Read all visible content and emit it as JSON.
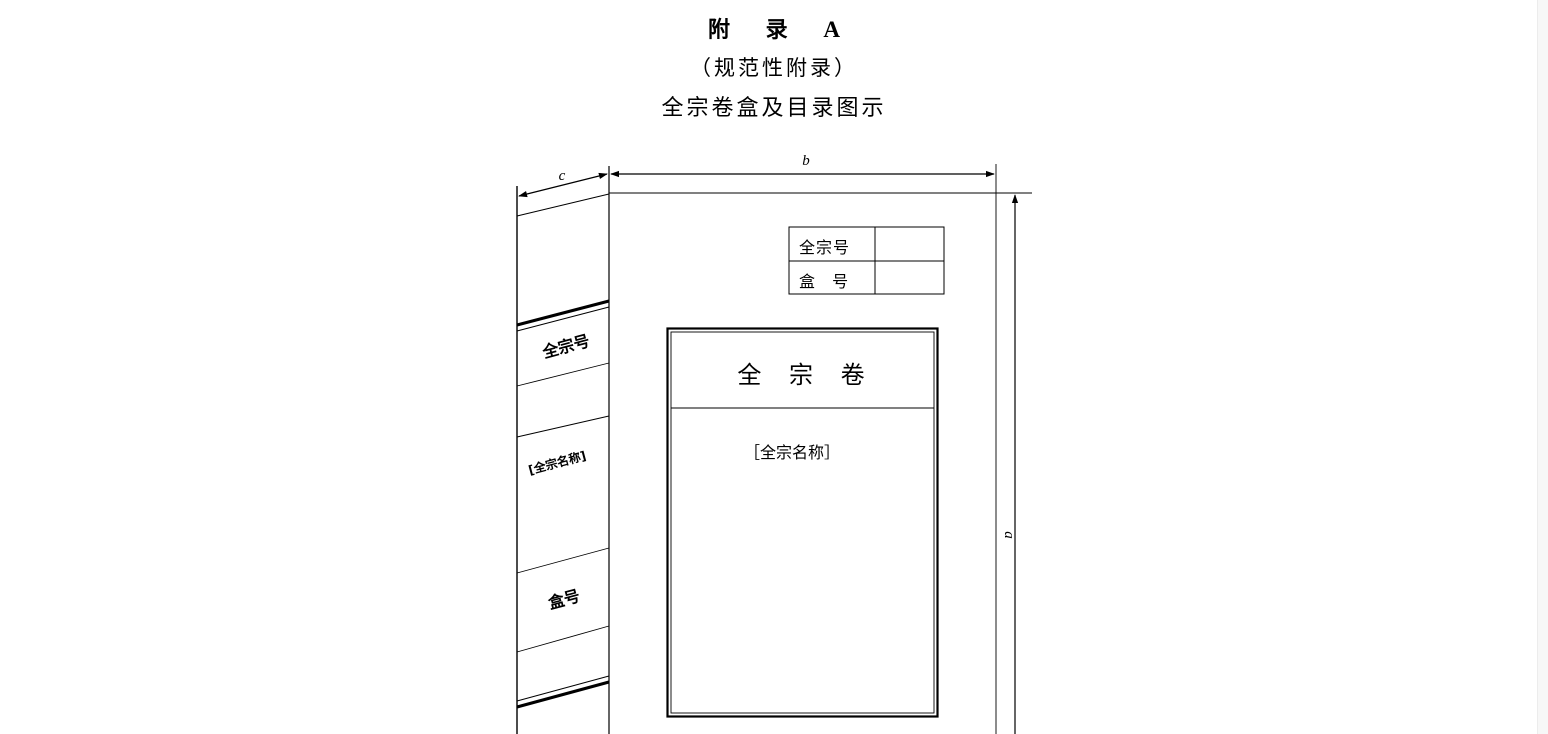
{
  "header": {
    "appendix_prefix": "附 录 ",
    "appendix_letter": "A",
    "normative": "（规范性附录）",
    "title": "全宗卷盒及目录图示"
  },
  "dimensions": {
    "a": "a",
    "b": "b",
    "c": "c"
  },
  "label_table": {
    "row1_label": "全宗号",
    "row2_label": "盒 号",
    "row1_value": "",
    "row2_value": ""
  },
  "spine": {
    "fonds_number": "全宗号",
    "fonds_name": "[全宗名称]",
    "box_number": "盒号"
  },
  "front": {
    "title": "全 宗 卷",
    "fonds_name": "［全宗名称］"
  }
}
